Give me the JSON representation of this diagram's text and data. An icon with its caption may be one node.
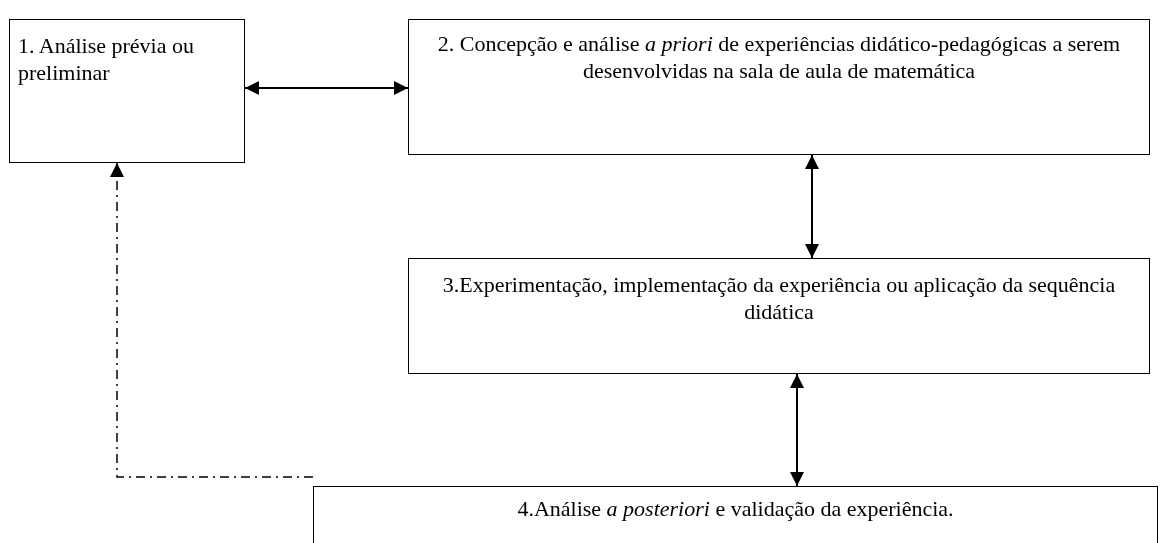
{
  "diagram": {
    "nodes": [
      {
        "text": [
          "1. Análise prévia ou preliminar"
        ]
      },
      {
        "text": [
          "2. Concepção e análise *a priori* de experiências didático-pedagógicas a serem desenvolvidas na sala de aula de matemática"
        ]
      },
      {
        "text": [
          "3.Experimentação, implementação da experiência ou aplicação da sequência didática"
        ]
      },
      {
        "text": [
          "4.Análise *a posteriori* e validação da experiência."
        ]
      }
    ],
    "edges": [
      {
        "from": 0,
        "to": 1,
        "arrow": "both"
      },
      {
        "from": 1,
        "to": 2,
        "arrow": "both"
      },
      {
        "from": 2,
        "to": 3,
        "arrow": "both"
      },
      {
        "from": 3,
        "to": 0,
        "arrow": "to",
        "style": "dashed"
      }
    ]
  }
}
